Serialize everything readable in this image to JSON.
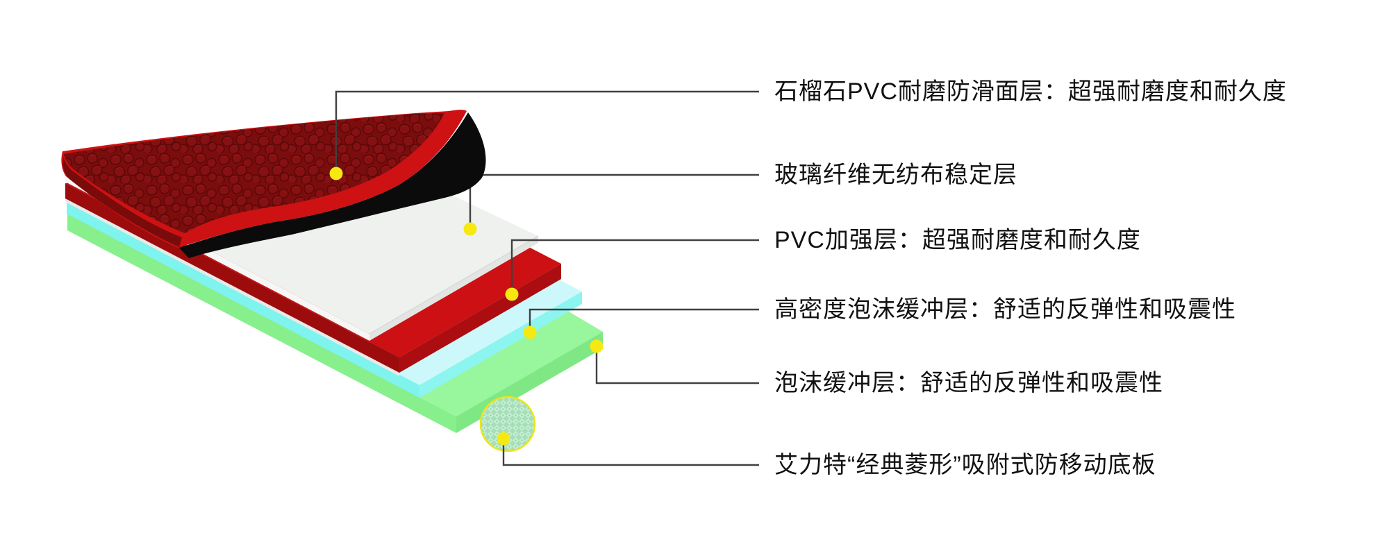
{
  "diagram": {
    "title": "",
    "labels": [
      {
        "id": 1,
        "text": "石榴石PVC耐磨防滑面层：超强耐磨度和耐久度"
      },
      {
        "id": 2,
        "text": "玻璃纤维无纺布稳定层"
      },
      {
        "id": 3,
        "text": "PVC加强层：超强耐磨度和耐久度"
      },
      {
        "id": 4,
        "text": "高密度泡沫缓冲层：舒适的反弹性和吸震性"
      },
      {
        "id": 5,
        "text": "泡沫缓冲层：舒适的反弹性和吸震性"
      },
      {
        "id": 6,
        "text": "艾力特“经典菱形”吸附式防移动底板"
      }
    ],
    "layers": {
      "wear": {
        "name": "garnet-pvc-wear-layer",
        "color_top": "#7b0d0d",
        "color_edge": "#ce1113",
        "color_front": "#7a0b0b",
        "color_underside": "#0b0b0b"
      },
      "fiber": {
        "name": "glass-fiber-stable-layer",
        "color_top": "#eff1ee",
        "color_front": "#f6f7f5",
        "color_edge_face": "#e3e5e2"
      },
      "pvc": {
        "name": "pvc-reinforce-layer",
        "color_top": "#cc1013",
        "color_front": "#9c0c0c",
        "color_edge_face": "#ab0d10"
      },
      "hdfoam": {
        "name": "high-density-foam-layer",
        "color_top": "#cdf8fb",
        "color_front": "#7ff3ee",
        "color_edge_face": "#8df5f0"
      },
      "foam": {
        "name": "foam-cushion-layer",
        "color_top": "#98f69c",
        "color_front": "#88ef8d",
        "color_edge_face": "#7fe884"
      },
      "base": {
        "name": "suction-base-board",
        "fill": "#a5deb8",
        "ring": "#ede516"
      }
    },
    "leader_color": "#404040",
    "dot_color": "#f6e912",
    "background": "#ffffff"
  }
}
